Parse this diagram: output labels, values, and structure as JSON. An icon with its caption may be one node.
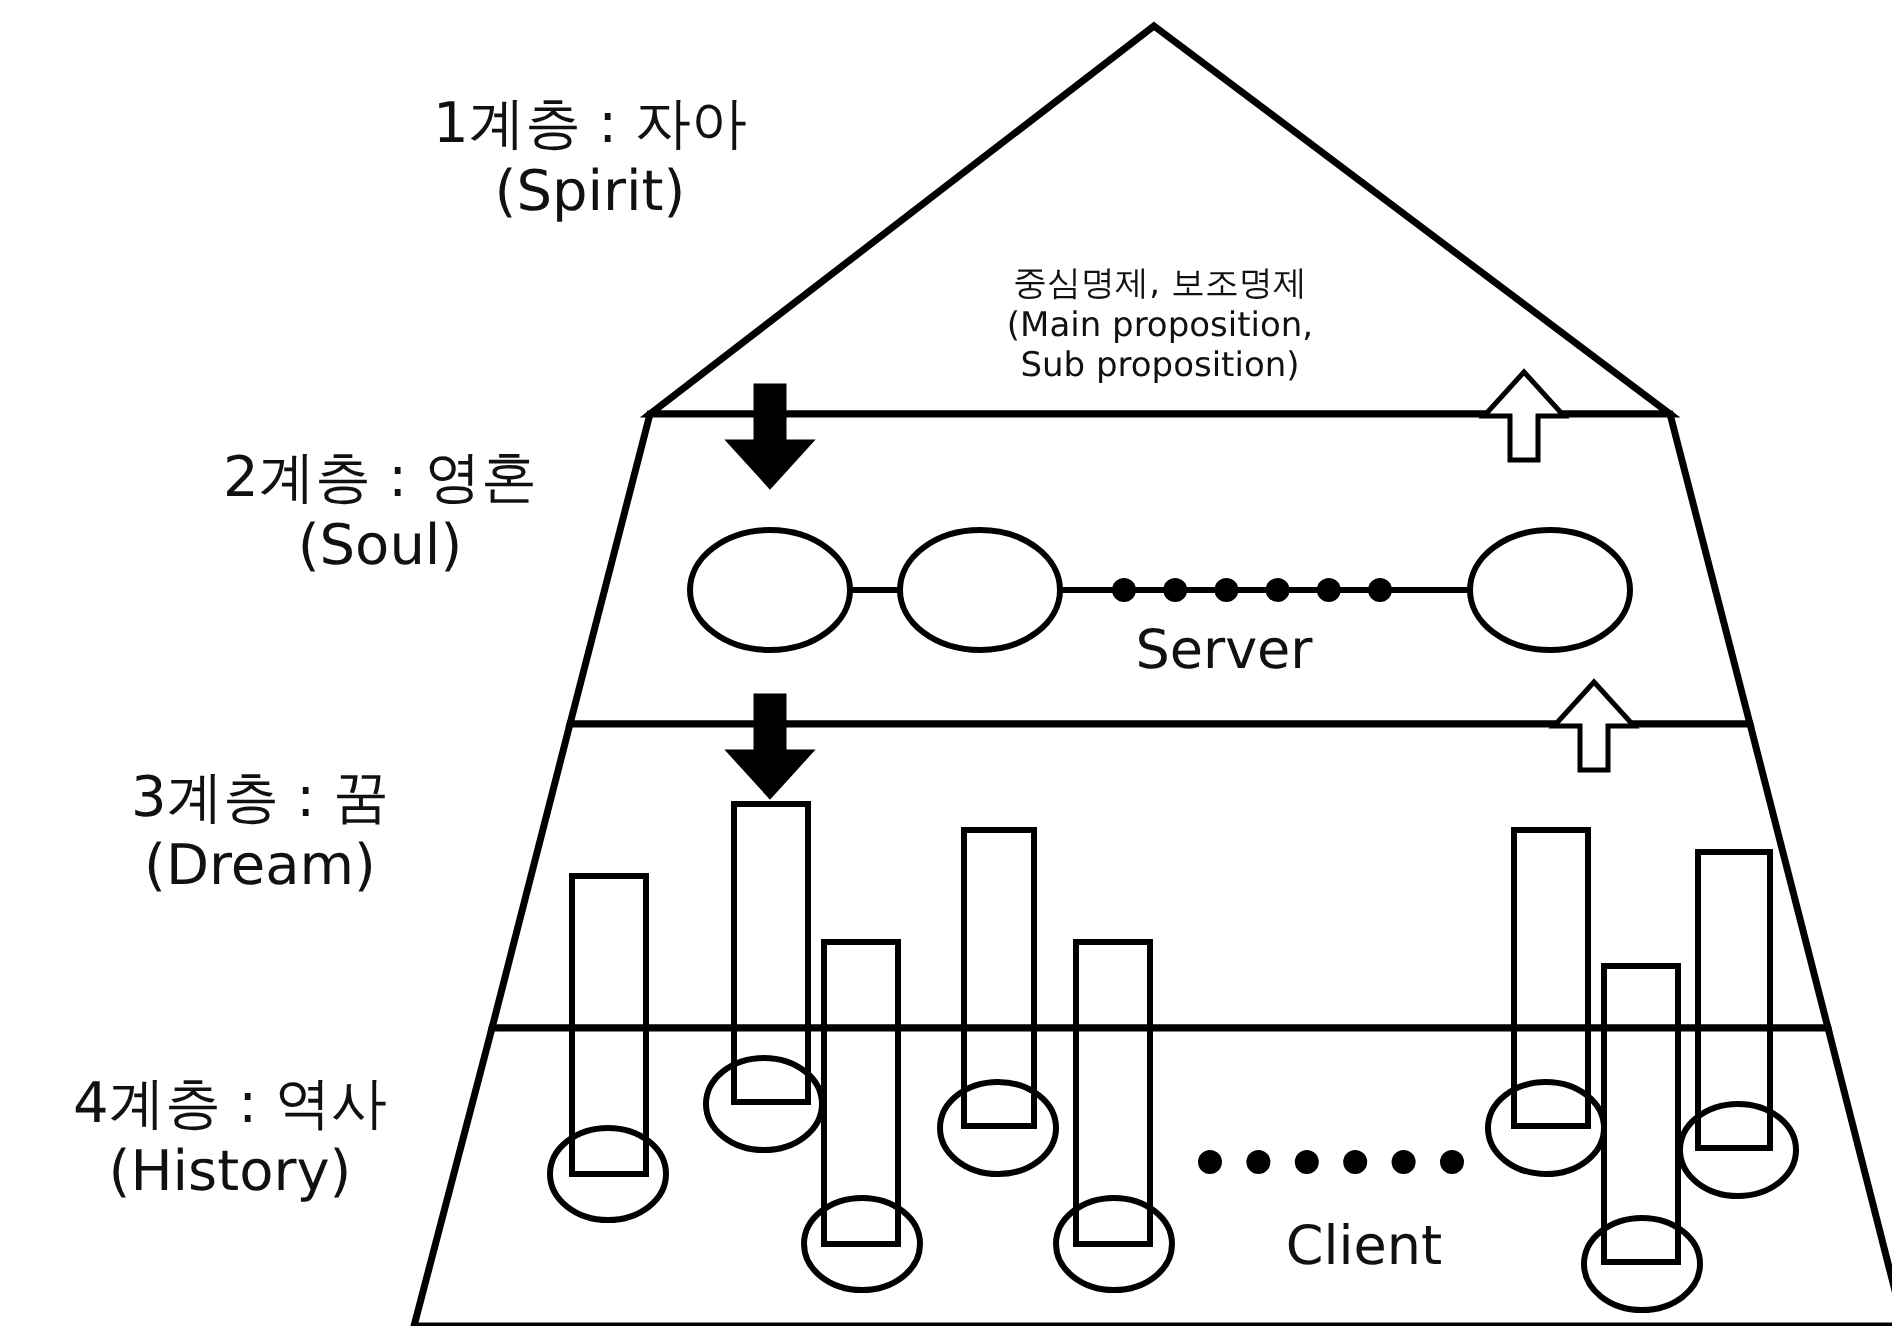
{
  "diagram": {
    "nodes": [
      {
        "text": [
          "1계층 : 자아 (Spirit)",
          "중심명제, 보조명제 (Main proposition, Sub proposition)"
        ]
      },
      {
        "text": [
          "2계층 : 영혼 (Soul)",
          "Server"
        ]
      },
      {
        "text": [
          "3계층 : 꿈 (Dream)"
        ]
      },
      {
        "text": [
          "4계층 : 역사 (History)",
          "Client"
        ]
      },
      {
        "text": [],
        "shape": "circle",
        "in": 1
      },
      {
        "text": [],
        "shape": "circle",
        "in": 1
      },
      {
        "text": [],
        "shape": "circle",
        "in": 1
      },
      {
        "text": [],
        "shape": "bar"
      },
      {
        "text": [],
        "shape": "bar"
      },
      {
        "text": [],
        "shape": "bar"
      },
      {
        "text": [],
        "shape": "bar"
      },
      {
        "text": [],
        "shape": "bar"
      },
      {
        "text": [],
        "shape": "bar"
      },
      {
        "text": [],
        "shape": "bar"
      },
      {
        "text": [],
        "shape": "bar"
      },
      {
        "text": [],
        "shape": "circle",
        "in": 3
      },
      {
        "text": [],
        "shape": "circle",
        "in": 3
      },
      {
        "text": [],
        "shape": "circle",
        "in": 3
      },
      {
        "text": [],
        "shape": "circle",
        "in": 3
      },
      {
        "text": [],
        "shape": "circle",
        "in": 3
      },
      {
        "text": [],
        "shape": "circle",
        "in": 3
      },
      {
        "text": [],
        "shape": "circle",
        "in": 3
      },
      {
        "text": [],
        "shape": "circle",
        "in": 3
      }
    ],
    "edges": [
      {
        "from": 0,
        "to": 1,
        "arrow": "to",
        "style": "thick"
      },
      {
        "from": 1,
        "to": 0,
        "arrow": "to"
      },
      {
        "from": 1,
        "to": 2,
        "arrow": "to",
        "style": "thick"
      },
      {
        "from": 2,
        "to": 1,
        "arrow": "to"
      },
      {
        "from": 4,
        "to": 5,
        "arrow": "none"
      },
      {
        "from": 5,
        "to": 6,
        "arrow": "none"
      }
    ]
  }
}
